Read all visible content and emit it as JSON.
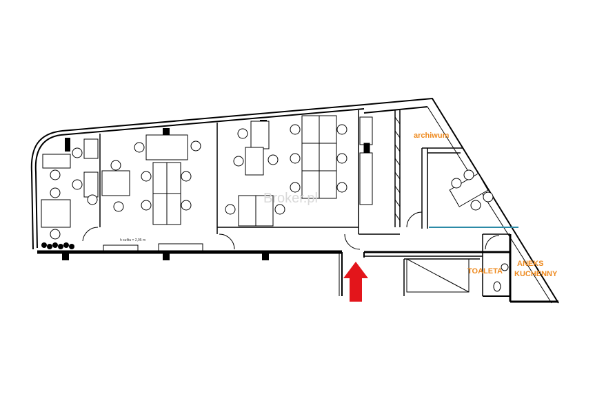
{
  "labels": {
    "archive": "archiwum",
    "toilet": "TOALETA",
    "kitchen_line1": "ANEKS",
    "kitchen_line2": "KUCHENNY",
    "ceiling_height": "h sufitu = 2,95 m",
    "watermark": "Broker.pl"
  },
  "colors": {
    "walls": "#000000",
    "label_orange": "#ee8a1f",
    "entrance_arrow": "#e3151b",
    "glass_line": "#2b8aa6"
  },
  "entrance_arrow_icon": "arrow-up-icon"
}
